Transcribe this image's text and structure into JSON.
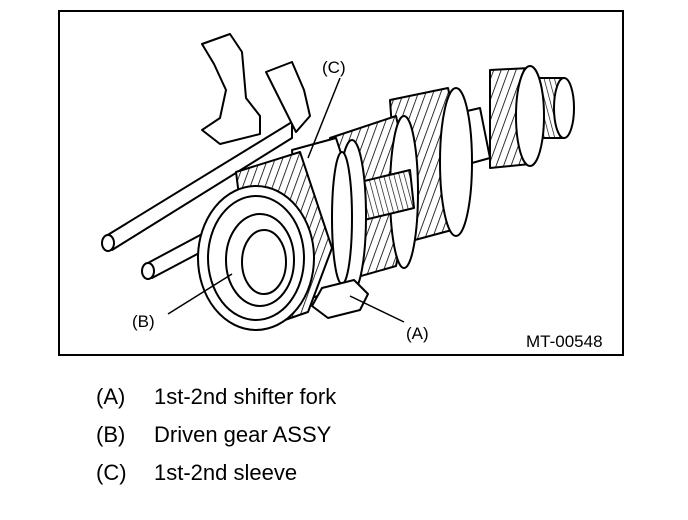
{
  "diagram": {
    "figure_id": "MT-00548",
    "callouts": [
      {
        "key": "(A)"
      },
      {
        "key": "(B)"
      },
      {
        "key": "(C)"
      }
    ]
  },
  "legend": [
    {
      "key": "(A)",
      "text": "1st-2nd shifter fork"
    },
    {
      "key": "(B)",
      "text": "Driven gear ASSY"
    },
    {
      "key": "(C)",
      "text": "1st-2nd sleeve"
    }
  ]
}
